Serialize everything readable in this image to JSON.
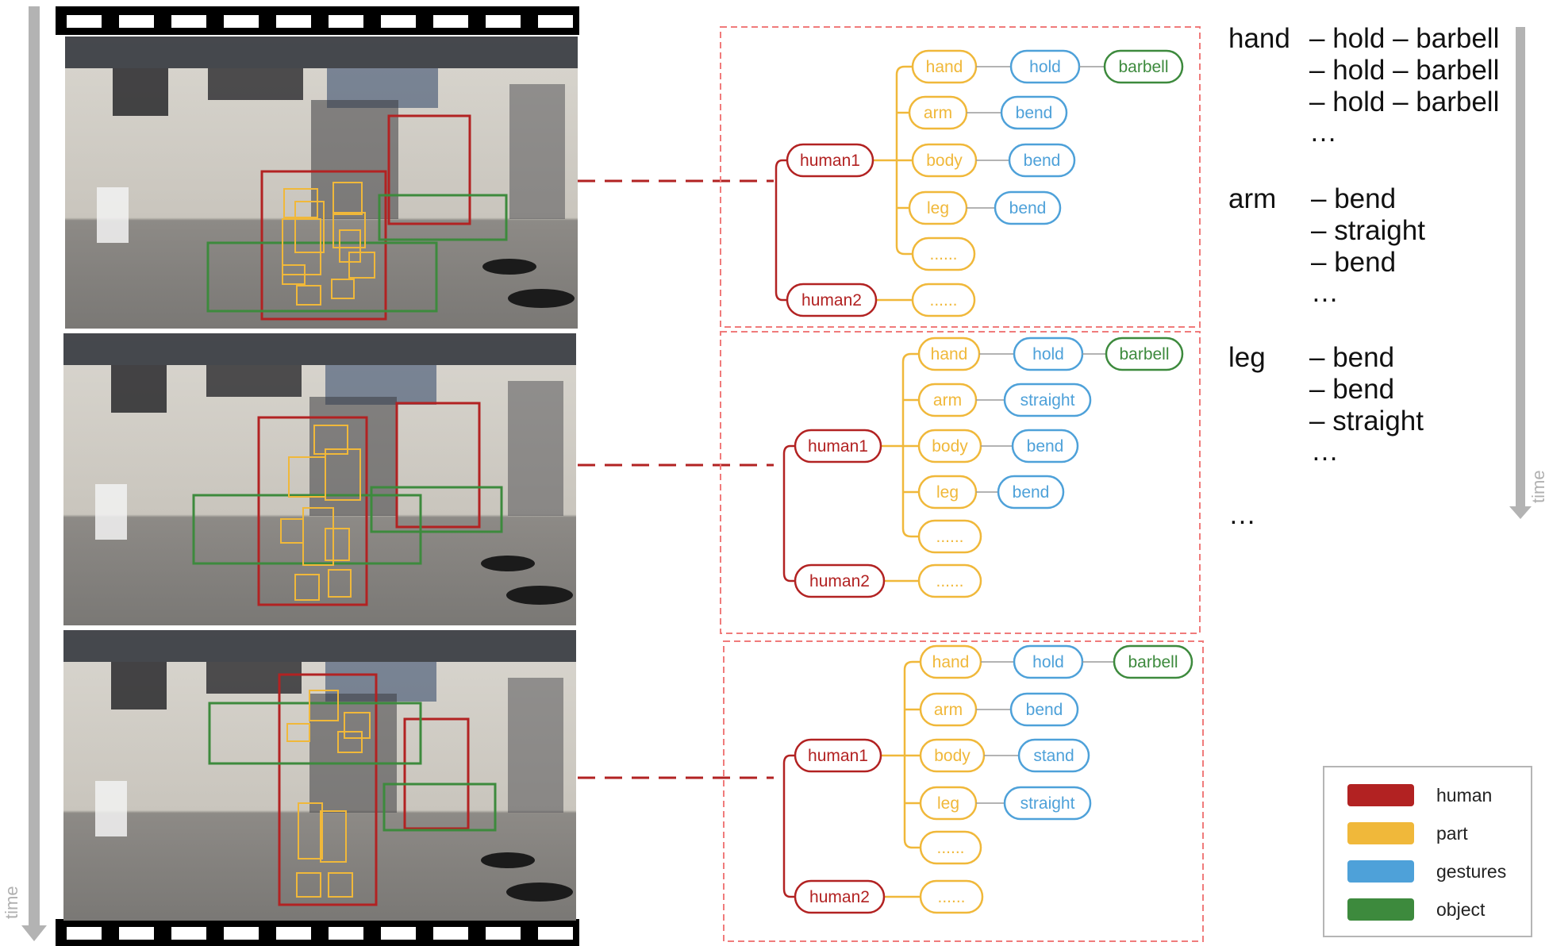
{
  "colors": {
    "human": "#b22222",
    "part": "#f0b83a",
    "gesture": "#4ea1d9",
    "object": "#3d8a3d",
    "dashed_box": "#f07b7b",
    "time_arrow": "#b3b3b3"
  },
  "time_label": "time",
  "frames": [
    {
      "human1": "human1",
      "human2": "human2",
      "human2_more": "......",
      "rows": [
        {
          "part": "hand",
          "gesture": "hold",
          "object": "barbell"
        },
        {
          "part": "arm",
          "gesture": "bend"
        },
        {
          "part": "body",
          "gesture": "bend"
        },
        {
          "part": "leg",
          "gesture": "bend"
        },
        {
          "part": "......"
        }
      ]
    },
    {
      "human1": "human1",
      "human2": "human2",
      "human2_more": "......",
      "rows": [
        {
          "part": "hand",
          "gesture": "hold",
          "object": "barbell"
        },
        {
          "part": "arm",
          "gesture": "straight"
        },
        {
          "part": "body",
          "gesture": "bend"
        },
        {
          "part": "leg",
          "gesture": "bend"
        },
        {
          "part": "......"
        }
      ]
    },
    {
      "human1": "human1",
      "human2": "human2",
      "human2_more": "......",
      "rows": [
        {
          "part": "hand",
          "gesture": "hold",
          "object": "barbell"
        },
        {
          "part": "arm",
          "gesture": "bend"
        },
        {
          "part": "body",
          "gesture": "stand"
        },
        {
          "part": "leg",
          "gesture": "straight"
        },
        {
          "part": "......"
        }
      ]
    }
  ],
  "sequences": [
    {
      "part": "hand",
      "lines": [
        "– hold – barbell",
        "– hold – barbell",
        "– hold – barbell",
        "…"
      ]
    },
    {
      "part": "arm",
      "lines": [
        "– bend",
        "– straight",
        "– bend",
        "…"
      ]
    },
    {
      "part": "leg",
      "lines": [
        "– bend",
        "– bend",
        "– straight",
        "…"
      ]
    }
  ],
  "sequences_more": "…",
  "legend": [
    {
      "label": "human",
      "color": "#b22222"
    },
    {
      "label": "part",
      "color": "#f0b83a"
    },
    {
      "label": "gestures",
      "color": "#4ea1d9"
    },
    {
      "label": "object",
      "color": "#3d8a3d"
    }
  ]
}
